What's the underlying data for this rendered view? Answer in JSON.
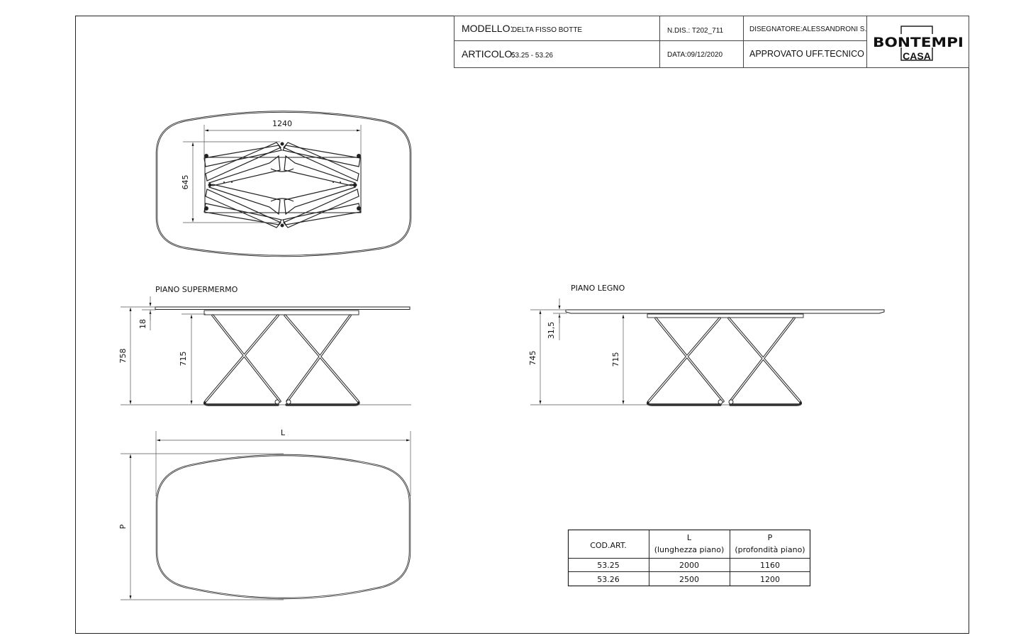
{
  "title_block": {
    "modello_label": "MODELLO:",
    "modello_value": "DELTA FISSO BOTTE",
    "articolo_label": "ARTICOLO:",
    "articolo_value": "53.25 - 53.26",
    "ndis": "N.DIS.: T202_711",
    "data": "DATA:09/12/2020",
    "disegnatore": "DISEGNATORE:ALESSANDRONI S.",
    "approvato": "APPROVATO UFF.TECNICO",
    "logo_brand": "BONTEMPI",
    "logo_sub": "CASA"
  },
  "top_view": {
    "width_dim": "1240",
    "depth_dim": "645"
  },
  "side_view_marble": {
    "label": "PIANO SUPERMERMO",
    "top_thickness": "18",
    "total_height": "758",
    "frame_height": "715"
  },
  "side_view_wood": {
    "label": "PIANO LEGNO",
    "top_thickness": "31,5",
    "total_height": "745",
    "frame_height": "715"
  },
  "plan_view": {
    "length_label": "L",
    "depth_label": "P"
  },
  "size_table": {
    "headers": [
      {
        "line1": "COD.ART.",
        "line2": ""
      },
      {
        "line1": "L",
        "line2": "(lunghezza piano)"
      },
      {
        "line1": "P",
        "line2": "(profondità piano)"
      }
    ],
    "rows": [
      [
        "53.25",
        "2000",
        "1160"
      ],
      [
        "53.26",
        "2500",
        "1200"
      ]
    ]
  }
}
